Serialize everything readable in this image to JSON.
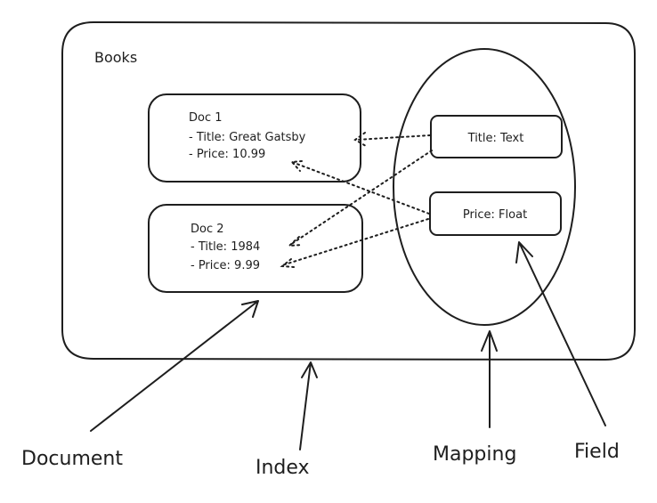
{
  "index": {
    "title": "Books"
  },
  "documents": [
    {
      "name": "Doc 1",
      "lines": [
        "- Title: Great Gatsby",
        "- Price: 10.99"
      ]
    },
    {
      "name": "Doc 2",
      "lines": [
        "- Title: 1984",
        "- Price: 9.99"
      ]
    }
  ],
  "mapping": {
    "fields": [
      {
        "label": "Title: Text"
      },
      {
        "label": "Price: Float"
      }
    ]
  },
  "callouts": {
    "document": "Document",
    "index": "Index",
    "mapping": "Mapping",
    "field": "Field"
  }
}
